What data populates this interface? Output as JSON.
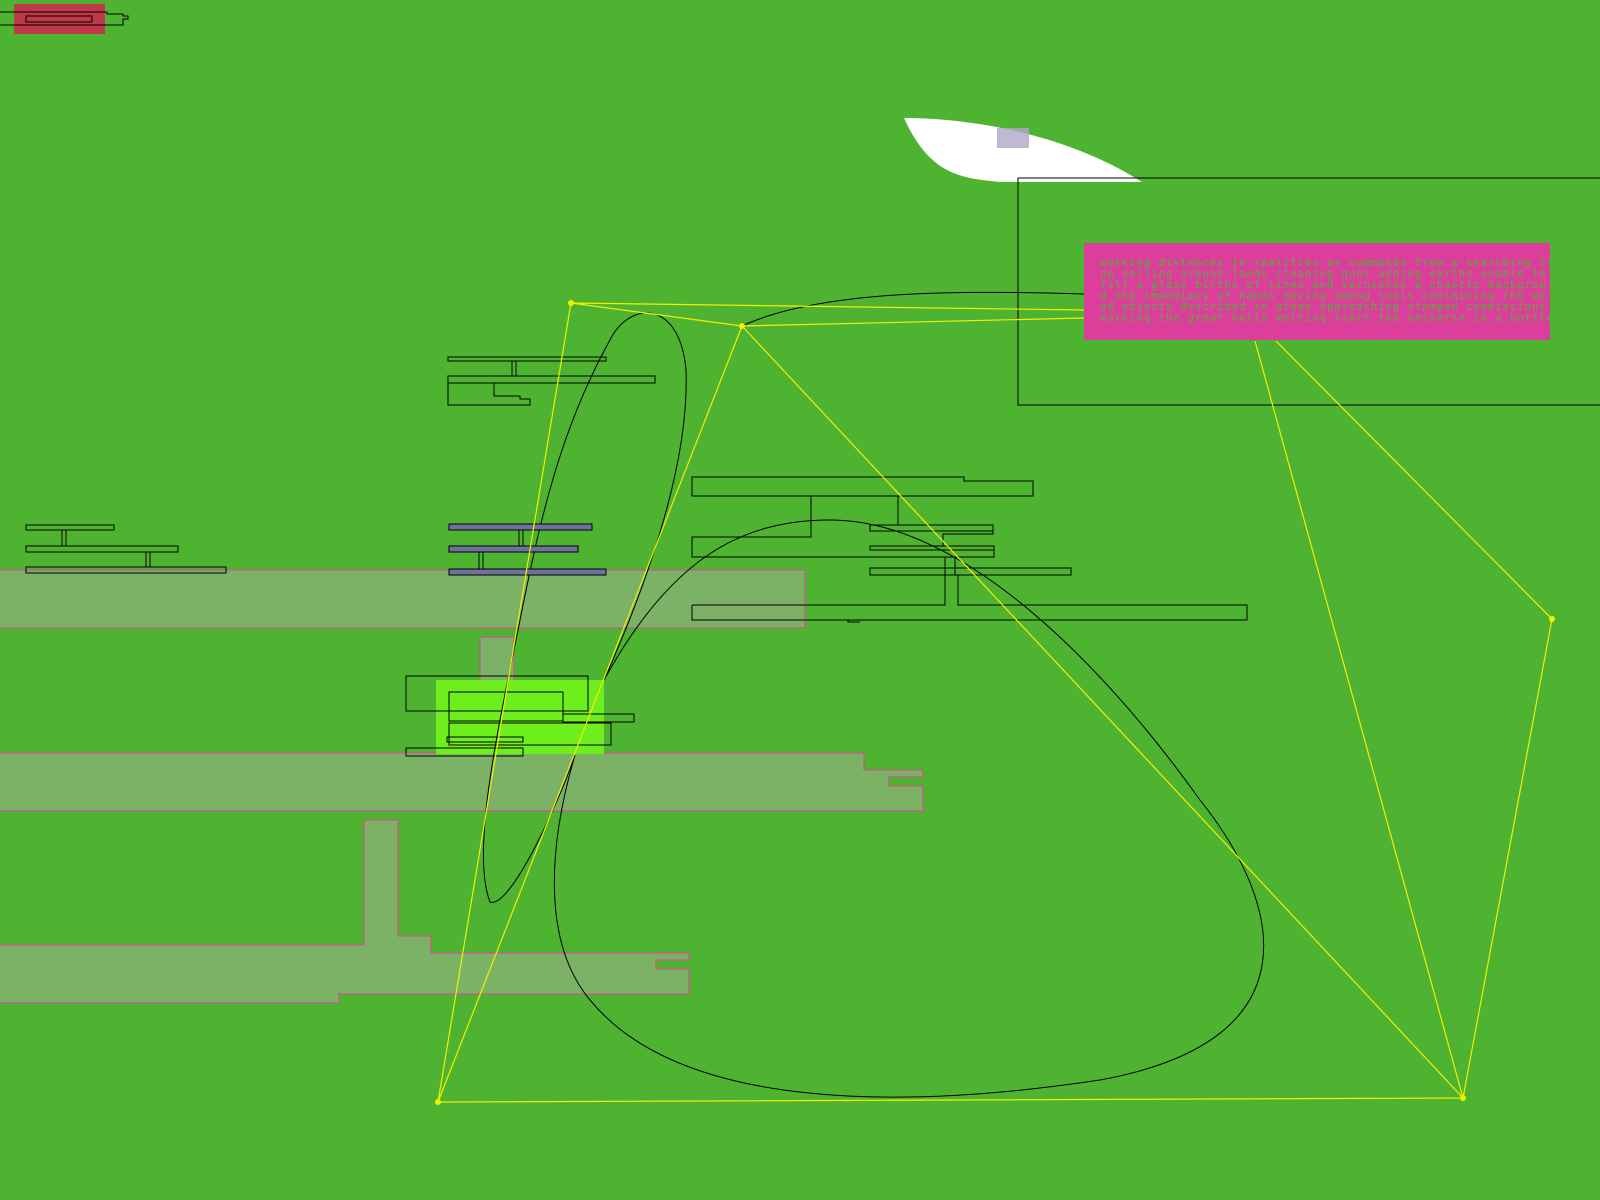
{
  "text_panel": {
    "lines": [
      "walking distances in realities as commands from a searching li",
      "ne selling around lands cleaning guns adding earths unable to",
      "fill a glass births of lines and varnishes a chaotic backgrou",
      "d the immediacy of hands moving among tools containing the we",
      "ad objects described in atoms approaching stamped commissions",
      "marking the great halls melting stars the universe in a bottle"
    ]
  },
  "colors": {
    "background": "#4fb332",
    "panel": "#dc3f9b",
    "accent_box": "#c0384a",
    "lines": "#f0f000",
    "highlight": "#6fee1e",
    "bands": "#7bb265"
  }
}
